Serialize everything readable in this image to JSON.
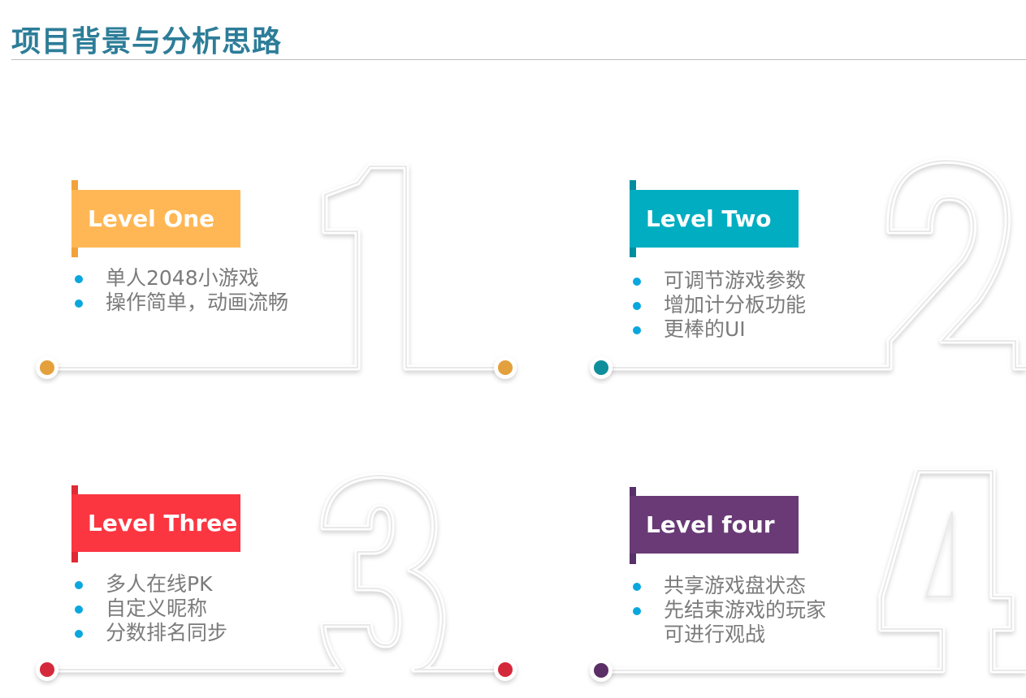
{
  "page": {
    "title": "项目背景与分析思路"
  },
  "levels": [
    {
      "label": "Level One",
      "numeral": "1",
      "color": "#ffb755",
      "stripe": "#f2a23a",
      "dot": "#e3a03c",
      "items": [
        "单人2048小游戏",
        "操作简单，动画流畅"
      ]
    },
    {
      "label": "Level Two",
      "numeral": "2",
      "color": "#00adc1",
      "stripe": "#008fa0",
      "dot": "#0e8e9a",
      "items": [
        "可调节游戏参数",
        "增加计分板功能",
        "更棒的UI"
      ]
    },
    {
      "label": "Level Three",
      "numeral": "3",
      "color": "#fb3641",
      "stripe": "#e12a35",
      "dot": "#d4293b",
      "items": [
        "多人在线PK",
        "自定义昵称",
        "分数排名同步"
      ]
    },
    {
      "label": "Level four",
      "numeral": "4",
      "color": "#693a76",
      "stripe": "#58306a",
      "dot": "#5a2e66",
      "items": [
        "共享游戏盘状态",
        "先结束游戏的玩家",
        "可进行观战"
      ]
    }
  ]
}
